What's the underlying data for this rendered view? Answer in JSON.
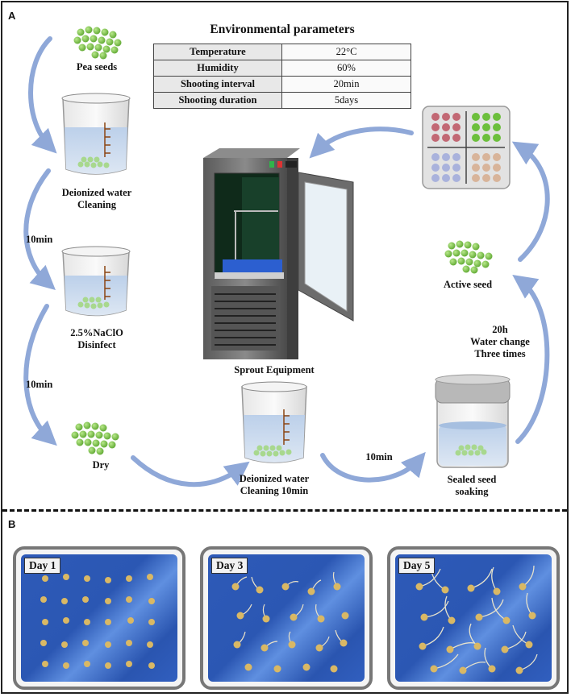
{
  "panels": {
    "a": "A",
    "b": "B"
  },
  "env": {
    "title": "Environmental parameters",
    "rows": [
      {
        "key": "Temperature",
        "value": "22°C"
      },
      {
        "key": "Humidity",
        "value": "60%"
      },
      {
        "key": "Shooting interval",
        "value": "20min"
      },
      {
        "key": "Shooting duration",
        "value": "5days"
      }
    ]
  },
  "steps": {
    "pea_seeds": "Pea seeds",
    "clean1_l1": "Deionized water",
    "clean1_l2": "Cleaning",
    "t1": "10min",
    "disinfect_l1": "2.5%NaClO",
    "disinfect_l2": "Disinfect",
    "t2": "10min",
    "dry": "Dry",
    "clean2_l1": "Deionized water",
    "clean2_l2": "Cleaning 10min",
    "t3": "10min",
    "soak_l1": "Sealed seed",
    "soak_l2": "soaking",
    "wc_l1": "20h",
    "wc_l2": "Water change",
    "wc_l3": "Three times",
    "active": "Active seed",
    "equipment": "Sprout Equipment"
  },
  "days": [
    "Day 1",
    "Day 3",
    "Day 5"
  ],
  "colors": {
    "seed": "#7cc242",
    "water": "#c9d8ec",
    "arrow": "#8fa8d8",
    "photo_bg": "#2e5ab8"
  }
}
